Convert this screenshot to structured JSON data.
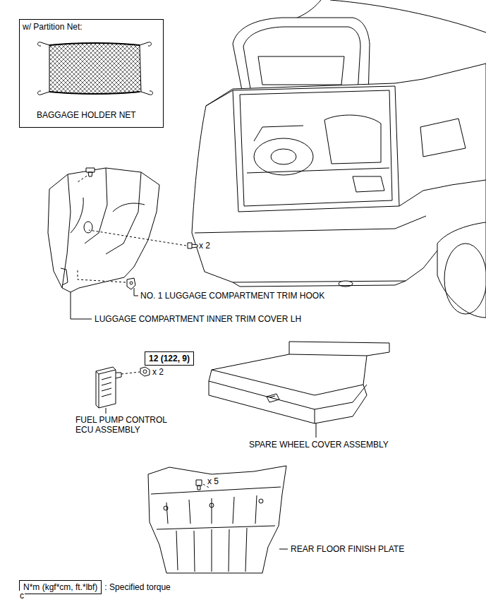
{
  "diagram": {
    "nodes": [
      {
        "text": [
          "w/ Partition Net:",
          "BAGGAGE HOLDER NET"
        ]
      },
      {
        "text": [
          "12 (122, 9)"
        ]
      },
      {
        "text": [
          "N*m (kgf*cm, ft.*lbf)"
        ]
      }
    ],
    "labels": [
      "x 2",
      "NO. 1 LUGGAGE COMPARTMENT TRIM HOOK",
      "LUGGAGE COMPARTMENT INNER TRIM COVER LH",
      "x 2",
      "FUEL PUMP CONTROL ECU ASSEMBLY",
      "SPARE WHEEL COVER ASSEMBLY",
      "x 5",
      "REAR FLOOR FINISH PLATE",
      ": Specified torque",
      "c"
    ]
  }
}
